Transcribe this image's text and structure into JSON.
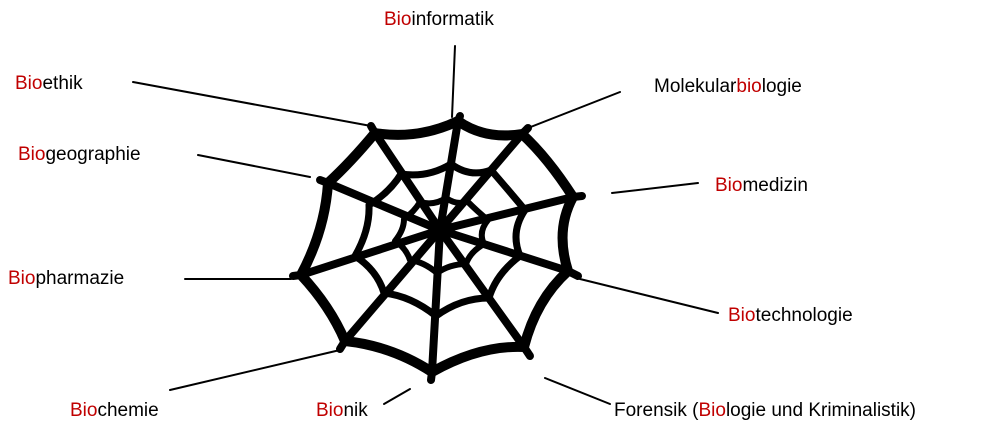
{
  "labels": [
    {
      "id": "bioinformatik",
      "pre": "",
      "hl": "Bio",
      "post": "informatik"
    },
    {
      "id": "molekularbiologie",
      "pre": "Molekular",
      "hl": "bio",
      "post": "logie"
    },
    {
      "id": "biomedizin",
      "pre": "",
      "hl": "Bio",
      "post": "medizin"
    },
    {
      "id": "biotechnologie",
      "pre": "",
      "hl": "Bio",
      "post": "technologie"
    },
    {
      "id": "forensik",
      "pre": "Forensik (",
      "hl": "Bio",
      "post": "logie und Kriminalistik)"
    },
    {
      "id": "bionik",
      "pre": "",
      "hl": "Bio",
      "post": "nik"
    },
    {
      "id": "biochemie",
      "pre": "",
      "hl": "Bio",
      "post": "chemie"
    },
    {
      "id": "biopharmazie",
      "pre": "",
      "hl": "Bio",
      "post": "pharmazie"
    },
    {
      "id": "biogeographie",
      "pre": "",
      "hl": "Bio",
      "post": "geographie"
    },
    {
      "id": "bioethik",
      "pre": "",
      "hl": "Bio",
      "post": "ethik"
    }
  ],
  "colors": {
    "highlight": "#c00000",
    "text": "#000000",
    "web": "#000000"
  },
  "icons": {
    "center": "spider-web-icon"
  }
}
